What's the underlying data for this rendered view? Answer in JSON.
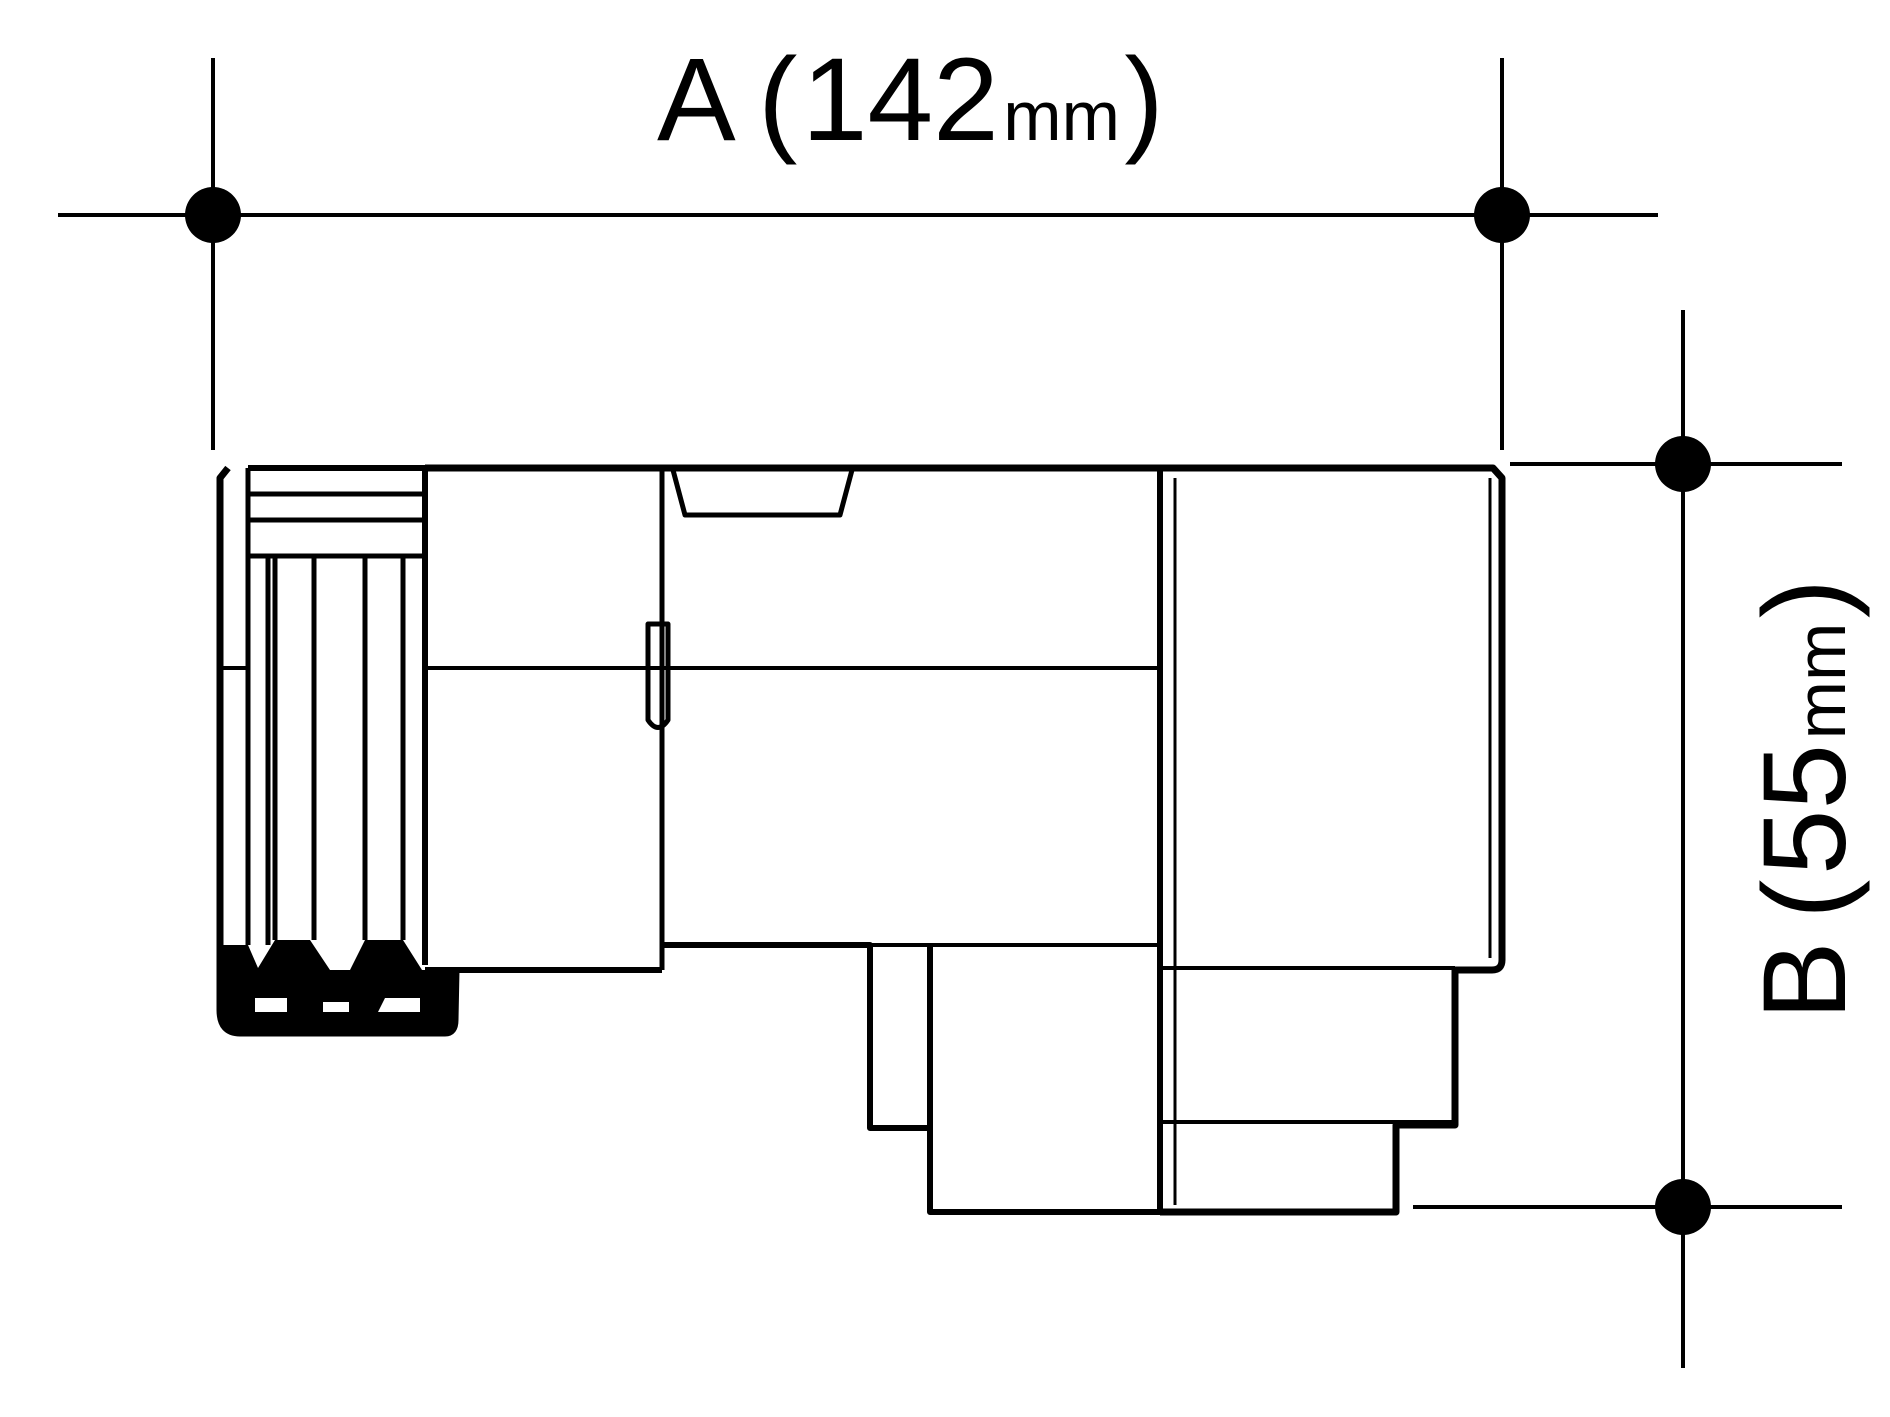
{
  "dimensions": {
    "width": {
      "letter": "A",
      "value": "142",
      "unit": "mm",
      "open_paren": "(",
      "close_paren": ")"
    },
    "height": {
      "letter": "B",
      "value": "55",
      "unit": "mm",
      "open_paren": "(",
      "close_paren": ")"
    }
  },
  "colors": {
    "ink": "#000000",
    "background": "#ffffff"
  }
}
